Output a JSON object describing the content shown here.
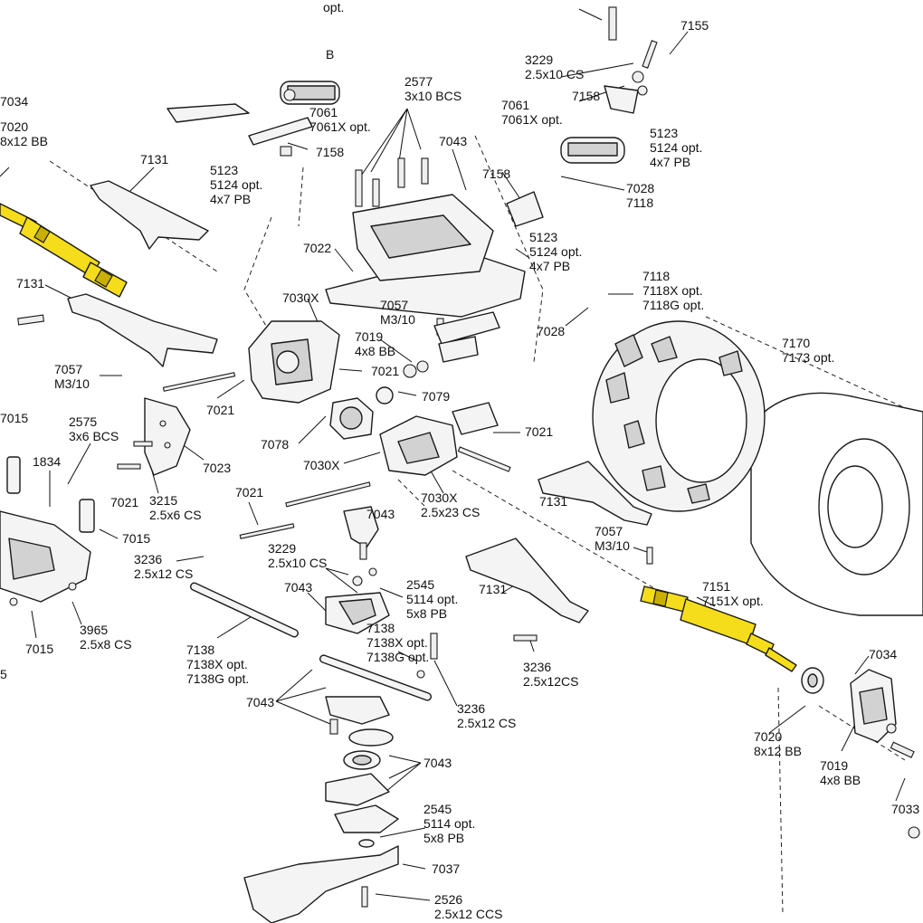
{
  "labels": [
    {
      "id": "l-top-opt",
      "lines": [
        "opt."
      ]
    },
    {
      "id": "l-7155",
      "lines": [
        "7155"
      ]
    },
    {
      "id": "l-3229a",
      "lines": [
        "3229",
        "2.5x10 CS"
      ]
    },
    {
      "id": "l-7034a",
      "lines": [
        "7034"
      ]
    },
    {
      "id": "l-7020a",
      "lines": [
        "7020",
        "8x12 BB"
      ]
    },
    {
      "id": "l-b-frag",
      "lines": [
        "B"
      ]
    },
    {
      "id": "l-7061a",
      "lines": [
        "7061",
        "7061X opt."
      ]
    },
    {
      "id": "l-2577",
      "lines": [
        "2577",
        "3x10 BCS"
      ]
    },
    {
      "id": "l-7158a",
      "lines": [
        "7158"
      ]
    },
    {
      "id": "l-7061b",
      "lines": [
        "7061",
        "7061X opt."
      ]
    },
    {
      "id": "l-5123a",
      "lines": [
        "5123",
        "5124 opt.",
        "4x7 PB"
      ]
    },
    {
      "id": "l-7131a",
      "lines": [
        "7131"
      ]
    },
    {
      "id": "l-7158b",
      "lines": [
        "7158"
      ]
    },
    {
      "id": "l-5123b",
      "lines": [
        "5123",
        "5124 opt.",
        "4x7 PB"
      ]
    },
    {
      "id": "l-7043a",
      "lines": [
        "7043"
      ]
    },
    {
      "id": "l-7158c",
      "lines": [
        "7158"
      ]
    },
    {
      "id": "l-7028a",
      "lines": [
        "7028",
        "7118"
      ]
    },
    {
      "id": "l-7022",
      "lines": [
        "7022"
      ]
    },
    {
      "id": "l-5123c",
      "lines": [
        "5123",
        "5124 opt.",
        "4x7 PB"
      ]
    },
    {
      "id": "l-7131b",
      "lines": [
        "7131"
      ]
    },
    {
      "id": "l-7030Xa",
      "lines": [
        "7030X"
      ]
    },
    {
      "id": "l-7057a",
      "lines": [
        "7057",
        "M3/10"
      ]
    },
    {
      "id": "l-7118",
      "lines": [
        "7118",
        "7118X opt.",
        "7118G opt."
      ]
    },
    {
      "id": "l-7028b",
      "lines": [
        "7028"
      ]
    },
    {
      "id": "l-7019a",
      "lines": [
        "7019",
        "4x8 BB"
      ]
    },
    {
      "id": "l-7170",
      "lines": [
        "7170",
        "7173 opt."
      ]
    },
    {
      "id": "l-7057b",
      "lines": [
        "7057",
        "M3/10"
      ]
    },
    {
      "id": "l-7021a",
      "lines": [
        "7021"
      ]
    },
    {
      "id": "l-7079",
      "lines": [
        "7079"
      ]
    },
    {
      "id": "l-7021b",
      "lines": [
        "7021"
      ]
    },
    {
      "id": "l-7015a",
      "lines": [
        "7015"
      ]
    },
    {
      "id": "l-2575",
      "lines": [
        "2575",
        "3x6 BCS"
      ]
    },
    {
      "id": "l-7021c",
      "lines": [
        "7021"
      ]
    },
    {
      "id": "l-7078",
      "lines": [
        "7078"
      ]
    },
    {
      "id": "l-7023",
      "lines": [
        "7023"
      ]
    },
    {
      "id": "l-1834",
      "lines": [
        "1834"
      ]
    },
    {
      "id": "l-7030Xb",
      "lines": [
        "7030X"
      ]
    },
    {
      "id": "l-7030Xc",
      "lines": [
        "7030X",
        "2.5x23 CS"
      ]
    },
    {
      "id": "l-7131c",
      "lines": [
        "7131"
      ]
    },
    {
      "id": "l-7021d",
      "lines": [
        "7021"
      ]
    },
    {
      "id": "l-3215",
      "lines": [
        "3215",
        "2.5x6 CS"
      ]
    },
    {
      "id": "l-7021e",
      "lines": [
        "7021"
      ]
    },
    {
      "id": "l-7043b",
      "lines": [
        "7043"
      ]
    },
    {
      "id": "l-7057c",
      "lines": [
        "7057",
        "M3/10"
      ]
    },
    {
      "id": "l-7015b",
      "lines": [
        "7015"
      ]
    },
    {
      "id": "l-3236a",
      "lines": [
        "3236",
        "2.5x12 CS"
      ]
    },
    {
      "id": "l-3229b",
      "lines": [
        "3229",
        "2.5x10 CS"
      ]
    },
    {
      "id": "l-7043c",
      "lines": [
        "7043"
      ]
    },
    {
      "id": "l-2545a",
      "lines": [
        "2545",
        "5114 opt.",
        "5x8 PB"
      ]
    },
    {
      "id": "l-7131d",
      "lines": [
        "7131"
      ]
    },
    {
      "id": "l-7151",
      "lines": [
        "7151",
        "7151X opt."
      ]
    },
    {
      "id": "l-3965",
      "lines": [
        "3965",
        "2.5x8 CS"
      ]
    },
    {
      "id": "l-7015c",
      "lines": [
        "7015"
      ]
    },
    {
      "id": "l-7138a",
      "lines": [
        "7138",
        "7138X opt.",
        "7138G opt."
      ]
    },
    {
      "id": "l-7138b",
      "lines": [
        "7138",
        "7138X opt.",
        "7138G opt."
      ]
    },
    {
      "id": "l-7034b",
      "lines": [
        "7034"
      ]
    },
    {
      "id": "l-3236b",
      "lines": [
        "3236",
        "2.5x12CS"
      ]
    },
    {
      "id": "l-7043d",
      "lines": [
        "7043"
      ]
    },
    {
      "id": "l-3236c",
      "lines": [
        "3236",
        "2.5x12 CS"
      ]
    },
    {
      "id": "l-7020b",
      "lines": [
        "7020",
        "8x12 BB"
      ]
    },
    {
      "id": "l-7019b",
      "lines": [
        "7019",
        "4x8 BB"
      ]
    },
    {
      "id": "l-7043e",
      "lines": [
        "7043"
      ]
    },
    {
      "id": "l-7033",
      "lines": [
        "7033"
      ]
    },
    {
      "id": "l-2545b",
      "lines": [
        "2545",
        "5114 opt.",
        "5x8 PB"
      ]
    },
    {
      "id": "l-7037",
      "lines": [
        "7037"
      ]
    },
    {
      "id": "l-2526",
      "lines": [
        "2526",
        "2.5x12 CCS"
      ]
    },
    {
      "id": "l-edge-5",
      "lines": [
        "5"
      ]
    }
  ],
  "colors": {
    "highlight": "#f5dd1c",
    "line": "#1a1a1a",
    "background": "#ffffff"
  }
}
